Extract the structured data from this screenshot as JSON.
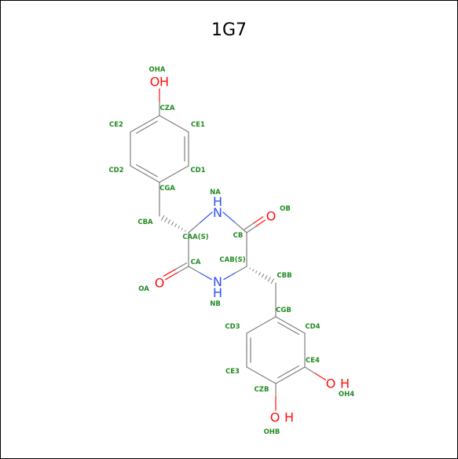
{
  "title": "1G7",
  "colors": {
    "bond": "#7f7f7f",
    "oxygen": "#ff0d0d",
    "nitrogen": "#3050f8",
    "label": "#228b22",
    "carbon_text": "#000000"
  },
  "atoms": [
    {
      "symbol": "O",
      "hydrogen": "H",
      "element": "oxygen",
      "label": "OHA"
    },
    {
      "symbol": "",
      "element": "carbon",
      "label": "CZA"
    },
    {
      "symbol": "",
      "element": "carbon",
      "label": "CE2"
    },
    {
      "symbol": "",
      "element": "carbon",
      "label": "CE1"
    },
    {
      "symbol": "",
      "element": "carbon",
      "label": "CD2"
    },
    {
      "symbol": "",
      "element": "carbon",
      "label": "CD1"
    },
    {
      "symbol": "",
      "element": "carbon",
      "label": "CGA"
    },
    {
      "symbol": "",
      "element": "carbon",
      "label": "CBA"
    },
    {
      "symbol": "N",
      "hydrogen": "H",
      "element": "nitrogen",
      "label": "NA"
    },
    {
      "symbol": "O",
      "element": "oxygen",
      "label": "OB"
    },
    {
      "symbol": "",
      "element": "carbon",
      "label": "CAA(S)"
    },
    {
      "symbol": "",
      "element": "carbon",
      "label": "CB"
    },
    {
      "symbol": "",
      "element": "carbon",
      "label": "CA"
    },
    {
      "symbol": "",
      "element": "carbon",
      "label": "CAB(S)"
    },
    {
      "symbol": "O",
      "element": "oxygen",
      "label": "OA"
    },
    {
      "symbol": "N",
      "hydrogen": "H",
      "element": "nitrogen",
      "label": "NB"
    },
    {
      "symbol": "",
      "element": "carbon",
      "label": "CBB"
    },
    {
      "symbol": "",
      "element": "carbon",
      "label": "CGB"
    },
    {
      "symbol": "",
      "element": "carbon",
      "label": "CD3"
    },
    {
      "symbol": "",
      "element": "carbon",
      "label": "CD4"
    },
    {
      "symbol": "",
      "element": "carbon",
      "label": "CE3"
    },
    {
      "symbol": "",
      "element": "carbon",
      "label": "CE4"
    },
    {
      "symbol": "O",
      "hydrogen": "H",
      "element": "oxygen",
      "label": "OH4"
    },
    {
      "symbol": "",
      "element": "carbon",
      "label": "CZB"
    },
    {
      "symbol": "O",
      "hydrogen": "H",
      "element": "oxygen",
      "label": "OHB"
    }
  ],
  "bonds": [
    {
      "from": "OHA",
      "to": "CZA",
      "order": 1
    },
    {
      "from": "CZA",
      "to": "CE2",
      "order": 2
    },
    {
      "from": "CZA",
      "to": "CE1",
      "order": 1
    },
    {
      "from": "CE2",
      "to": "CD2",
      "order": 1
    },
    {
      "from": "CE1",
      "to": "CD1",
      "order": 2
    },
    {
      "from": "CD2",
      "to": "CGA",
      "order": 2
    },
    {
      "from": "CD1",
      "to": "CGA",
      "order": 1
    },
    {
      "from": "CGA",
      "to": "CBA",
      "order": 1
    },
    {
      "from": "CAA(S)",
      "to": "CBA",
      "order": 1,
      "stereo": "hash"
    },
    {
      "from": "CAA(S)",
      "to": "NA",
      "order": 1
    },
    {
      "from": "NA",
      "to": "CB",
      "order": 1
    },
    {
      "from": "CB",
      "to": "OB",
      "order": 2
    },
    {
      "from": "CB",
      "to": "CAB(S)",
      "order": 1
    },
    {
      "from": "CAB(S)",
      "to": "NB",
      "order": 1
    },
    {
      "from": "NB",
      "to": "CA",
      "order": 1
    },
    {
      "from": "CA",
      "to": "OA",
      "order": 2
    },
    {
      "from": "CA",
      "to": "CAA(S)",
      "order": 1
    },
    {
      "from": "CAB(S)",
      "to": "CBB",
      "order": 1,
      "stereo": "hash"
    },
    {
      "from": "CBB",
      "to": "CGB",
      "order": 1
    },
    {
      "from": "CGB",
      "to": "CD3",
      "order": 1
    },
    {
      "from": "CGB",
      "to": "CD4",
      "order": 2
    },
    {
      "from": "CD3",
      "to": "CE3",
      "order": 2
    },
    {
      "from": "CD4",
      "to": "CE4",
      "order": 1
    },
    {
      "from": "CE3",
      "to": "CZB",
      "order": 1
    },
    {
      "from": "CE4",
      "to": "CZB",
      "order": 2
    },
    {
      "from": "CE4",
      "to": "OH4",
      "order": 1
    },
    {
      "from": "CZB",
      "to": "OHB",
      "order": 1
    }
  ]
}
